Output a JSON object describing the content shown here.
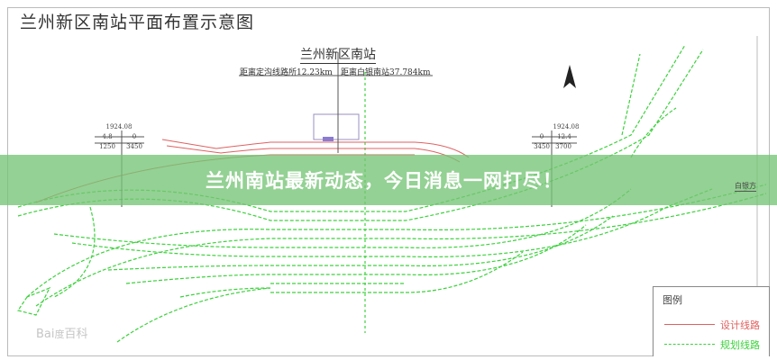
{
  "diagram": {
    "title": "兰州新区南站平面布置示意图",
    "station_name": "兰州新区南站",
    "distance_left": "距离定沟线路所12.23km",
    "distance_right": "距离白银南站37.784km",
    "left_km_post": {
      "chainage": "1924.08",
      "a": "4.8",
      "b": "0",
      "c": "1250",
      "d": "3450"
    },
    "right_km_post": {
      "chainage": "1924.08",
      "a": "0",
      "b": "12.4",
      "c": "3450",
      "d": "3700"
    },
    "direction_right": "白银方",
    "colors": {
      "design_line": "#e06060",
      "planned_line": "#3dd13d",
      "banner": "#76c476"
    }
  },
  "banner": {
    "text": "兰州南站最新动态，今日消息一网打尽！"
  },
  "legend": {
    "title": "图例",
    "items": [
      {
        "label": "设计线路",
        "color": "#e06060",
        "style": "solid"
      },
      {
        "label": "规划线路",
        "color": "#3dd13d",
        "style": "dashed"
      }
    ]
  },
  "watermark": "Bai度百科"
}
